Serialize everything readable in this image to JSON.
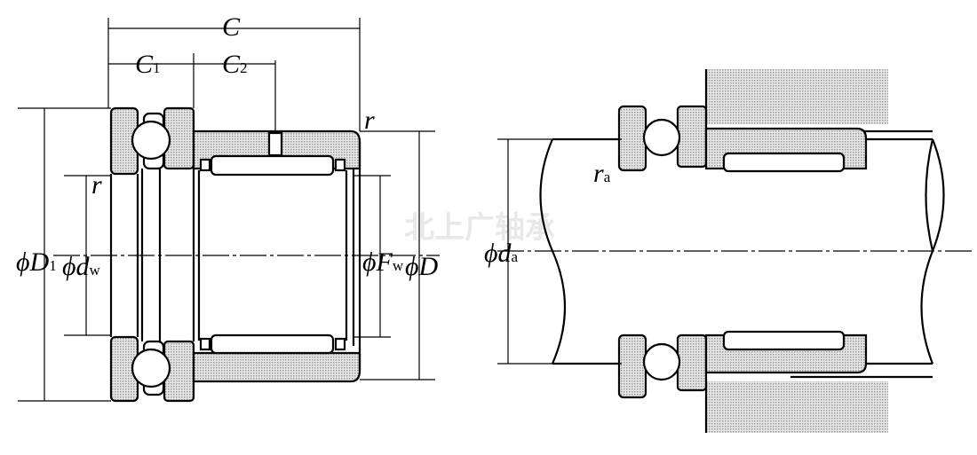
{
  "watermark": "北上广轴承",
  "left_view": {
    "C": "C",
    "C1": {
      "main": "C",
      "sub": "1"
    },
    "C2": {
      "main": "C",
      "sub": "2"
    },
    "r_top": "r",
    "r_left": "r",
    "D1": {
      "phi": "ϕ",
      "main": "D",
      "sub": "1"
    },
    "dw": {
      "phi": "ϕ",
      "main": "d",
      "sub": "w"
    },
    "Fw": {
      "phi": "ϕ",
      "main": "F",
      "sub": "w"
    },
    "D": {
      "phi": "ϕ",
      "main": "D"
    }
  },
  "right_view": {
    "ra": {
      "main": "r",
      "sub": "a"
    },
    "da": {
      "phi": "ϕ",
      "main": "d",
      "sub": "a"
    }
  }
}
